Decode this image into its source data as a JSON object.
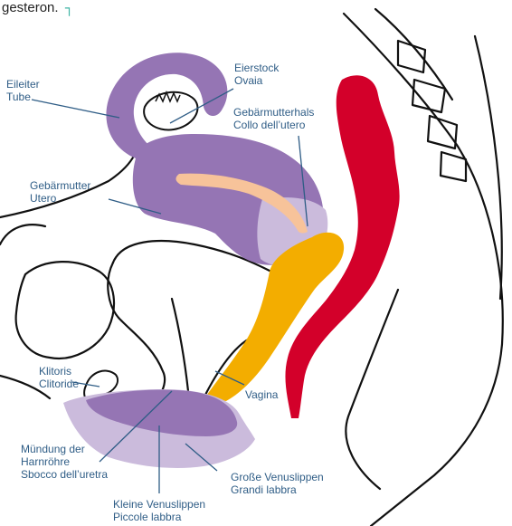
{
  "caption": {
    "fragment": "gesteron.",
    "marker": "┐"
  },
  "labels": {
    "eileiter": [
      "Eileiter",
      "Tube"
    ],
    "eierstock": [
      "Eierstock",
      "Ovaia"
    ],
    "gebaermutterhals": [
      "Gebärmutterhals",
      "Collo dell’utero"
    ],
    "gebaermutter": [
      "Gebärmutter",
      "Utero"
    ],
    "klitoris": [
      "Klitoris",
      "Clitoride"
    ],
    "vagina": [
      "Vagina"
    ],
    "muendung": [
      "Mündung der",
      "Harnröhre",
      "Sbocco dell’uretra"
    ],
    "grosse_venuslippen": [
      "Große Venuslippen",
      "Grandi labbra"
    ],
    "kleine_venuslippen": [
      "Kleine Venuslippen",
      "Piccole labbra"
    ]
  },
  "colors": {
    "uterus_purple": "#9575b4",
    "light_lilac": "#cbbbdc",
    "vagina_orange": "#f3ad00",
    "endometrium_peach": "#f7c39a",
    "rectum_red": "#d3002a",
    "label_blue": "#2f5d86",
    "outline": "#111111",
    "marker_teal": "#3fb4a4"
  }
}
